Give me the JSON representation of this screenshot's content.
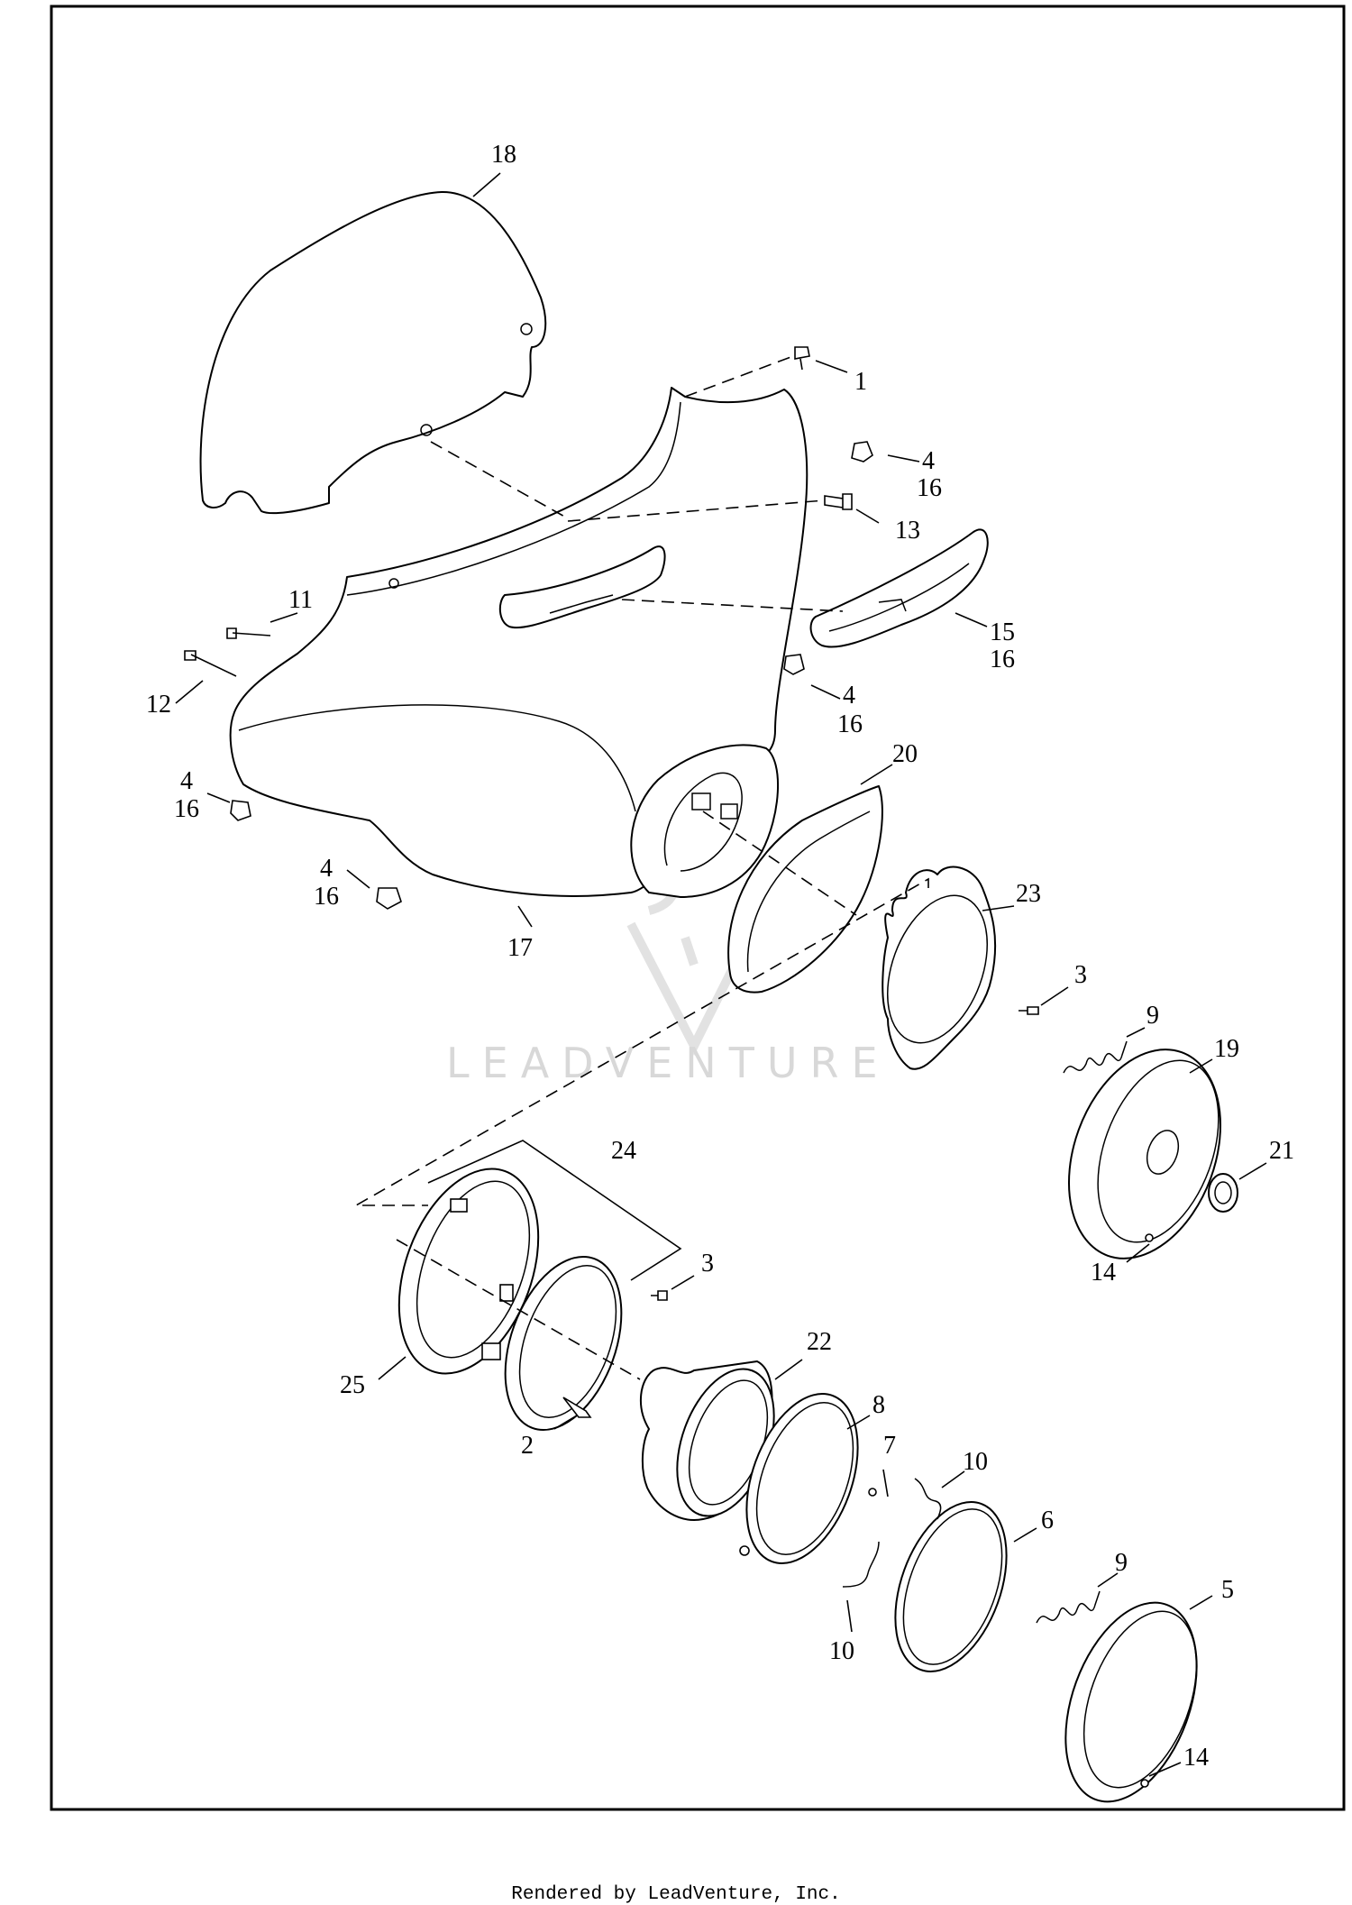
{
  "watermark": {
    "text": "LEADVENTURE"
  },
  "footer": {
    "text": "Rendered by LeadVenture, Inc."
  },
  "callouts": {
    "c1": "1",
    "c2": "2",
    "c3a": "3",
    "c3b": "3",
    "c4a": "4",
    "c4b": "4",
    "c4c": "4",
    "c4d": "4",
    "c5": "5",
    "c6": "6",
    "c7": "7",
    "c8": "8",
    "c9a": "9",
    "c9b": "9",
    "c10a": "10",
    "c10b": "10",
    "c11": "11",
    "c12": "12",
    "c13": "13",
    "c14a": "14",
    "c14b": "14",
    "c15": "15",
    "c16a": "16",
    "c16b": "16",
    "c16c": "16",
    "c16d": "16",
    "c17": "17",
    "c18": "18",
    "c19": "19",
    "c20": "20",
    "c21": "21",
    "c22": "22",
    "c23": "23",
    "c24": "24",
    "c25": "25"
  }
}
